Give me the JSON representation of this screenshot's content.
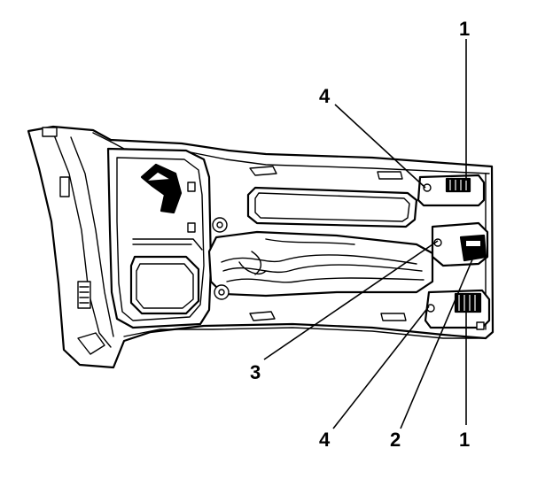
{
  "callouts": [
    {
      "id": "c1-top",
      "label": "1"
    },
    {
      "id": "c4-top",
      "label": "4"
    },
    {
      "id": "c3",
      "label": "3"
    },
    {
      "id": "c4-bottom",
      "label": "4"
    },
    {
      "id": "c2",
      "label": "2"
    },
    {
      "id": "c1-bottom",
      "label": "1"
    }
  ],
  "colors": {
    "ink": "#000000",
    "paper": "#ffffff"
  }
}
